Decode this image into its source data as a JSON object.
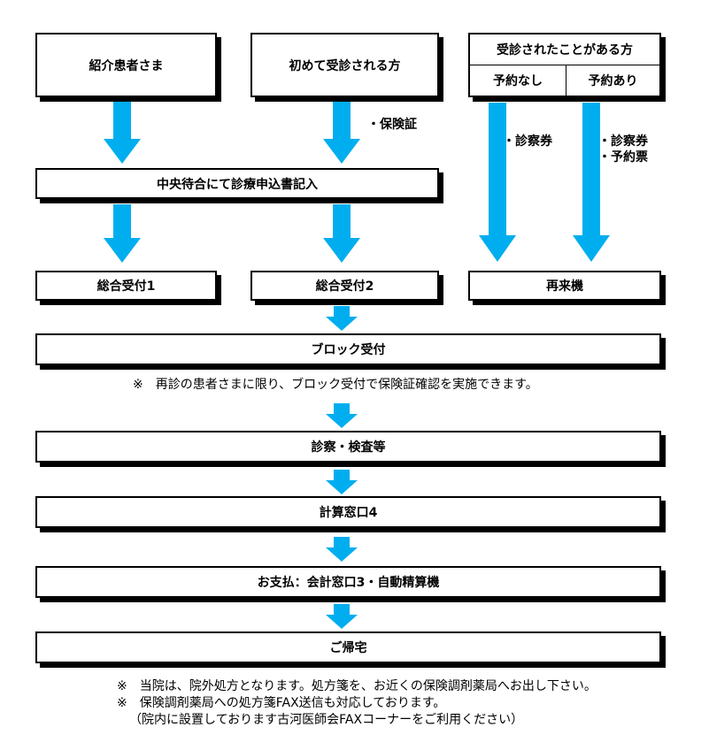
{
  "diagram": {
    "top_boxes": {
      "referral": "紹介患者さま",
      "first_visit": "初めて受診される方",
      "returning": {
        "title": "受診されたことがある方",
        "no_appointment": "予約なし",
        "with_appointment": "予約あり"
      }
    },
    "arrow_labels": {
      "first_visit": "・保険証",
      "no_appointment": "・診察券",
      "with_appointment_1": "・診察券",
      "with_appointment_2": "・予約票"
    },
    "steps": {
      "central_form": "中央待合にて診療申込書記入",
      "reception_1": "総合受付1",
      "reception_2": "総合受付2",
      "return_machine": "再来機",
      "block_reception": "ブロック受付",
      "block_note": "※　再診の患者さまに限り、ブロック受付で保険証確認を実施できます。",
      "exam": "診察・検査等",
      "calculation": "計算窓口4",
      "payment": "お支払：会計窓口3・自動精算機",
      "home": "ご帰宅"
    },
    "footer": {
      "note1": "※　当院は、院外処方となります。処方箋を、お近くの保険調剤薬局へお出し下さい。",
      "note2": "※　保険調剤薬局への処方箋FAX送信も対応しております。",
      "note3": "（院内に設置しております古河医師会FAXコーナーをご利用ください）"
    },
    "colors": {
      "arrow": "#00AEEF",
      "border": "#000000"
    }
  }
}
